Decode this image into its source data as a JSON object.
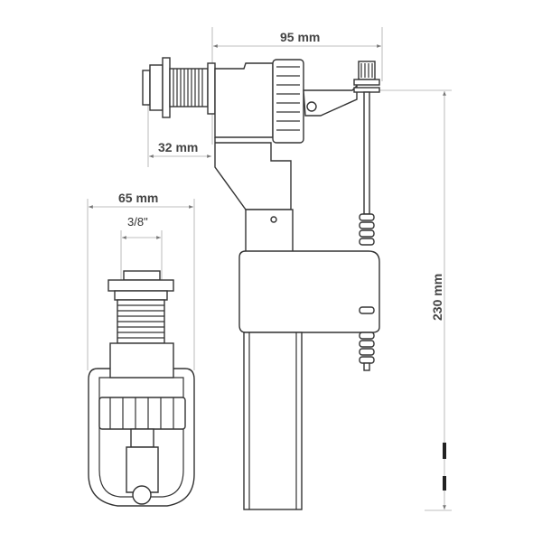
{
  "dimensions": {
    "width_top": "95 mm",
    "inlet_length": "32 mm",
    "base_width": "65 mm",
    "thread": "3/8\"",
    "height": "230 mm"
  },
  "colors": {
    "line": "#333333",
    "dimension": "#444444"
  }
}
